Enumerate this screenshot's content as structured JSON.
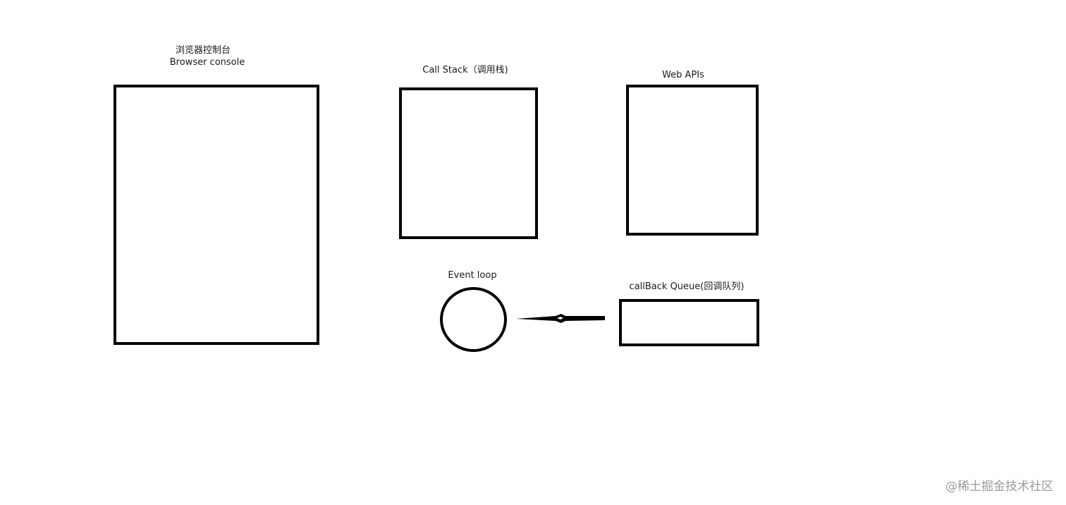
{
  "diagram": {
    "browser_console": {
      "label_zh": "浏览器控制台",
      "label_en": "Browser console"
    },
    "call_stack": {
      "label": "Call Stack（调用栈)"
    },
    "web_apis": {
      "label": "Web APIs"
    },
    "event_loop": {
      "label": "Event loop"
    },
    "callback_queue": {
      "label": "callBack Queue(回调队列)"
    }
  },
  "watermark": {
    "text": "@稀土掘金技术社区"
  },
  "colors": {
    "stroke": "#000000",
    "background": "#ffffff",
    "watermark": "#9a9a9a"
  }
}
